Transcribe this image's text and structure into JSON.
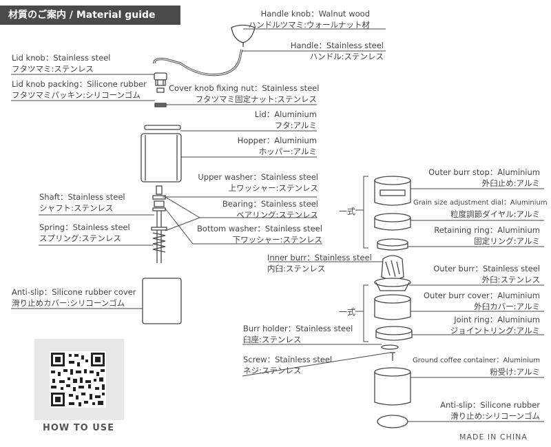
{
  "header": {
    "title": "材質のご案内 / Material guide"
  },
  "labels": {
    "handle_knob": {
      "en": "Handle knob：Walnut wood",
      "jp": "ハンドルツマミ:ウォールナット材"
    },
    "handle": {
      "en": "Handle：Stainless steel",
      "jp": "ハンドル:ステンレス"
    },
    "lid_knob": {
      "en": "Lid knob：Stainless steel",
      "jp": "フタツマミ:ステンレス"
    },
    "lid_knob_packing": {
      "en": "Lid knob packing：Silicone rubber",
      "jp": "フタツマミパッキン:シリコーンゴム"
    },
    "cover_knob_nut": {
      "en": "Cover knob fixing nut：Stainless steel",
      "jp": "フタツマミ固定ナット:ステンレス"
    },
    "lid": {
      "en": "Lid：Aluminium",
      "jp": "フタ:アルミ"
    },
    "hopper": {
      "en": "Hopper：Aluminium",
      "jp": "ホッパー:アルミ"
    },
    "upper_washer": {
      "en": "Upper washer：Stainless steel",
      "jp": "上ワッシャー:ステンレス"
    },
    "bearing": {
      "en": "Bearing：Stainless steel",
      "jp": "ベアリング:ステンレス"
    },
    "bottom_washer": {
      "en": "Bottom washer：Stainless steel",
      "jp": "下ワッシャー:ステンレス"
    },
    "shaft": {
      "en": "Shaft：Stainless steel",
      "jp": "シャフト:ステンレス"
    },
    "spring": {
      "en": "Spring：Stainless steel",
      "jp": "スプリング:ステンレス"
    },
    "anti_slip_cover": {
      "en": "Anti-slip：Silicone rubber cover",
      "jp": "滑り止めカバー:シリコーンゴム"
    },
    "inner_burr": {
      "en": "Inner burr：Stainless steel",
      "jp": "内臼:ステンレス"
    },
    "burr_holder": {
      "en": "Burr holder：Stainless steel",
      "jp": "臼座:ステンレス"
    },
    "screw": {
      "en": "Screw：Stainless steel",
      "jp": "ネジ:ステンレス"
    },
    "outer_burr_stop": {
      "en": "Outer burr stop：Aluminium",
      "jp": "外臼止め:アルミ"
    },
    "grain_size_dial": {
      "en": "Grain size adjustment dial：Aluminium",
      "jp": "粒度調節ダイヤル:アルミ"
    },
    "retaining_ring": {
      "en": "Retaining ring：Aluminium",
      "jp": "固定リング:アルミ"
    },
    "outer_burr": {
      "en": "Outer burr：Stainless steel",
      "jp": "外臼:ステンレス"
    },
    "outer_burr_cover": {
      "en": "Outer burr cover：Aluminium",
      "jp": "外臼カバー:アルミ"
    },
    "joint_ring": {
      "en": "Joint ring：Aluminium",
      "jp": "ジョイントリング:アルミ"
    },
    "ground_container": {
      "en": "Ground coffee container：Aluminium",
      "jp": "粉受け:アルミ"
    },
    "anti_slip": {
      "en": "Anti-slip：Silicone rubber",
      "jp": "滑り止め:シリコーンゴム"
    }
  },
  "set_marks": {
    "top": "一式",
    "bottom": "一式"
  },
  "footer": {
    "how_to_use": "HOW TO USE",
    "made_in": "MADE IN CHINA"
  }
}
